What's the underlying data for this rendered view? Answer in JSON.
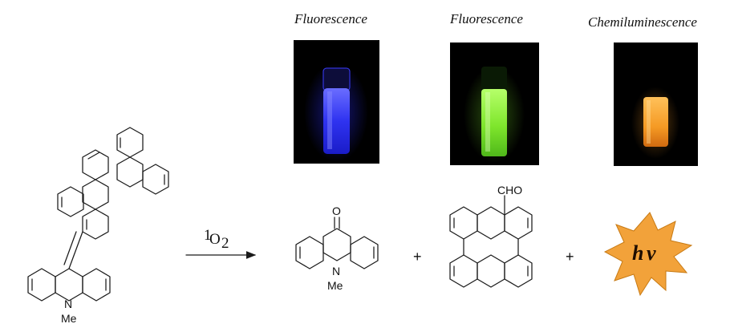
{
  "captions": {
    "left": "Fluorescence",
    "middle": "Fluorescence",
    "right": "Chemiluminescence"
  },
  "panels": [
    {
      "name": "blue-fluorescence",
      "glow_color": "#2a2cff"
    },
    {
      "name": "green-fluorescence",
      "glow_color": "#7ef02a"
    },
    {
      "name": "orange-chemiluminescence",
      "glow_color": "#f59a24"
    }
  ],
  "scheme": {
    "reagent_superscript": "1",
    "reagent_main": "O",
    "reagent_subscript": "2",
    "acridone_carbonyl": "O",
    "acridone_nitrogen": "N",
    "acridone_methyl": "Me",
    "reactant_nitrogen": "N",
    "reactant_methyl": "Me",
    "aldehyde_group": "CHO",
    "plus_symbol": "+",
    "light_h": "h",
    "light_nu": "ν",
    "starburst_color": "#f2a23a"
  }
}
